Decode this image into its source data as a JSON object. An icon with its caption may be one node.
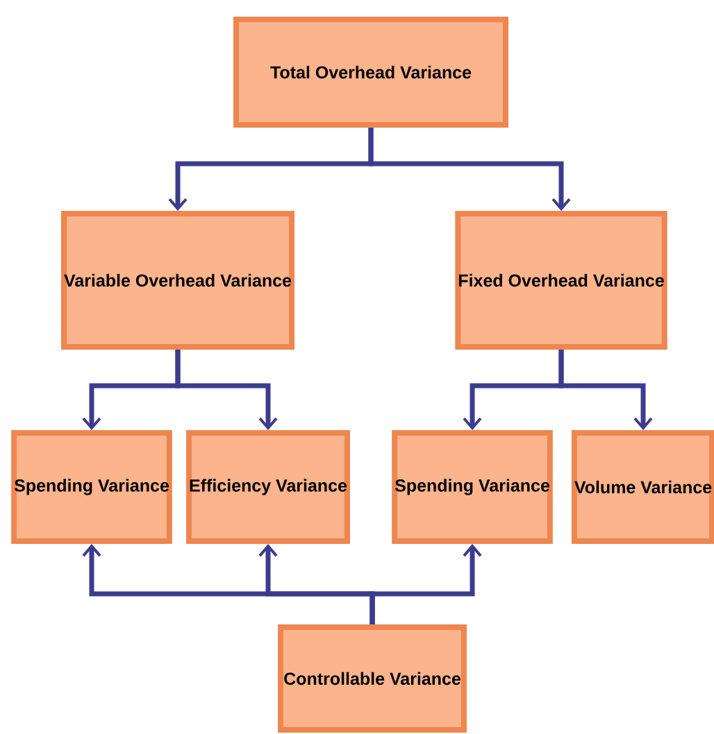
{
  "diagram": {
    "nodes": [
      {
        "text": [
          "Total Overhead Variance"
        ]
      },
      {
        "text": [
          "Variable Overhead Variance"
        ]
      },
      {
        "text": [
          "Fixed Overhead Variance"
        ]
      },
      {
        "text": [
          "Spending Variance"
        ]
      },
      {
        "text": [
          "Efficiency Variance"
        ]
      },
      {
        "text": [
          "Spending Variance"
        ]
      },
      {
        "text": [
          "Volume Variance"
        ]
      },
      {
        "text": [
          "Controllable Variance"
        ]
      }
    ],
    "edges": [
      {
        "from": 0,
        "to": 1,
        "arrow": "to"
      },
      {
        "from": 0,
        "to": 2,
        "arrow": "to"
      },
      {
        "from": 1,
        "to": 3,
        "arrow": "to"
      },
      {
        "from": 1,
        "to": 4,
        "arrow": "to"
      },
      {
        "from": 2,
        "to": 5,
        "arrow": "to"
      },
      {
        "from": 2,
        "to": 6,
        "arrow": "to"
      },
      {
        "from": 7,
        "to": 3,
        "arrow": "to"
      },
      {
        "from": 7,
        "to": 4,
        "arrow": "to"
      },
      {
        "from": 7,
        "to": 5,
        "arrow": "to"
      }
    ]
  }
}
